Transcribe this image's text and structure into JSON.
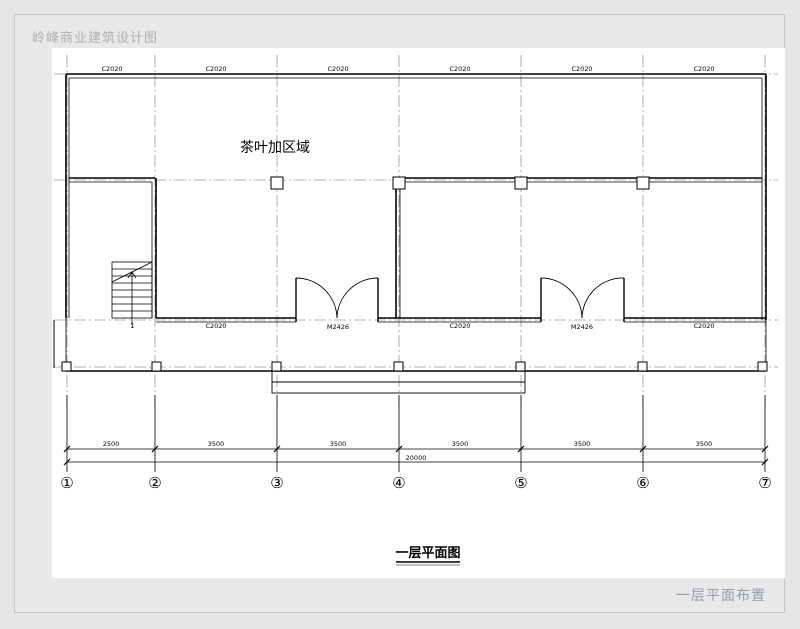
{
  "site_title": "岭峰商业建筑设计图",
  "caption": "一层平面布置",
  "plan_title": "一层平面图",
  "room_label": "茶叶加区域",
  "window_code": "C2020",
  "door_code": "M2426",
  "axes": [
    "①",
    "②",
    "③",
    "④",
    "⑤",
    "⑥",
    "⑦"
  ],
  "dimensions": {
    "spans": [
      "2500",
      "3500",
      "3500",
      "3500",
      "3500",
      "3500"
    ],
    "total": "20000"
  },
  "stair_mark": "1"
}
